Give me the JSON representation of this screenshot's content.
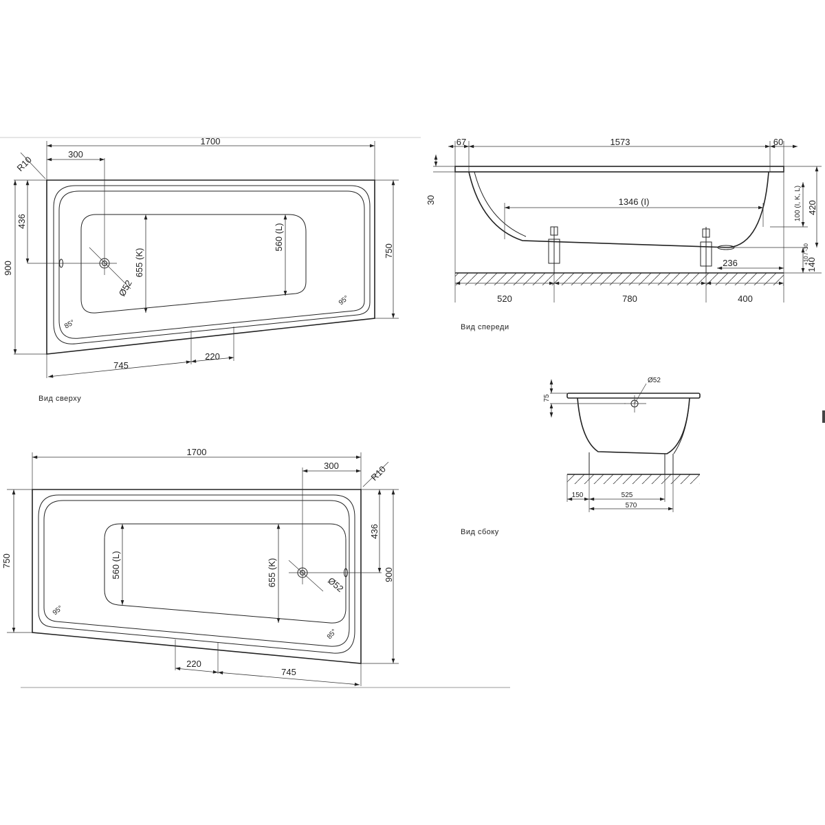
{
  "top_view": {
    "caption": "Вид сверху",
    "length": "1700",
    "radius": "R10",
    "overflow_offset": "300",
    "width_total": "900",
    "width_right": "750",
    "overflow_height": "436",
    "drain_height": "655 (K)",
    "inner_height": "560 (L)",
    "drain_diameter": "Ø52",
    "angle_left": "85°",
    "angle_right": "95°",
    "bottom_left": "745",
    "bottom_mid": "220"
  },
  "bottom_view": {
    "length": "1700",
    "radius": "R10",
    "overflow_offset": "300",
    "width_total": "900",
    "width_left": "750",
    "overflow_height": "436",
    "drain_height": "655 (K)",
    "inner_height": "560 (L)",
    "drain_diameter": "Ø52",
    "angle_left": "95°",
    "angle_right": "85°",
    "bottom_right": "745",
    "bottom_mid": "220"
  },
  "front_view": {
    "caption": "Вид спереди",
    "left_rim": "67",
    "inner_length": "1573",
    "right_rim": "60",
    "rim_height": "30",
    "bottom_length": "1346 (I)",
    "depth": "100 (I, K, L)",
    "total_height": "420",
    "leg_height": "140",
    "leg_tol": "+10 / -30",
    "drain_offset": "236",
    "feet_left": "520",
    "feet_mid": "780",
    "feet_right": "400"
  },
  "side_view": {
    "caption": "Вид сбоку",
    "overflow_height": "75",
    "drain_diameter": "Ø52",
    "foot_offset": "150",
    "foot_span": "525",
    "total_span": "570"
  }
}
